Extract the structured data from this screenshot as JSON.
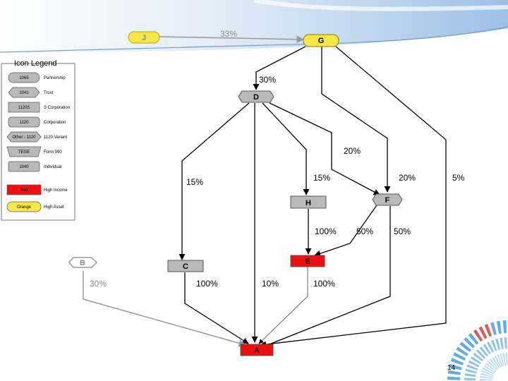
{
  "legend": {
    "title": "Icon Legend",
    "items": [
      {
        "code": "1065",
        "desc": "Partnership"
      },
      {
        "code": "1041",
        "desc": "Trust"
      },
      {
        "code": "1120S",
        "desc": "S Corporation"
      },
      {
        "code": "1120",
        "desc": "Corporation"
      },
      {
        "code": "Other - 1120",
        "desc": "1120 Variant"
      },
      {
        "code": "TEGE",
        "desc": "Form 990"
      },
      {
        "code": "1040",
        "desc": "Individual"
      },
      {
        "code": "Red",
        "desc": "High Income"
      },
      {
        "code": "Orange",
        "desc": "High Asset"
      }
    ]
  },
  "nodes": {
    "J": "J",
    "G": "G",
    "D": "D",
    "H": "H",
    "F": "F",
    "B": "B",
    "C": "C",
    "E": "E",
    "A": "A"
  },
  "edges": {
    "jg": "33%",
    "gd": "30%",
    "d_20": "20%",
    "d_15_left": "15%",
    "d_15_right": "15%",
    "f_20": "20%",
    "g_5": "5%",
    "h_e": "100%",
    "f_e": "50%",
    "f_50": "50%",
    "b_a": "30%",
    "c_a": "100%",
    "d_a": "10%",
    "e_a": "100%"
  },
  "footer": {
    "page_number": "14"
  },
  "colors": {
    "node_gray": "#b9b9b9",
    "node_yellow": "#f7e84a",
    "node_red": "#ee1111",
    "accent_blue": "#2f8fd8",
    "accent_red": "#c62828"
  }
}
